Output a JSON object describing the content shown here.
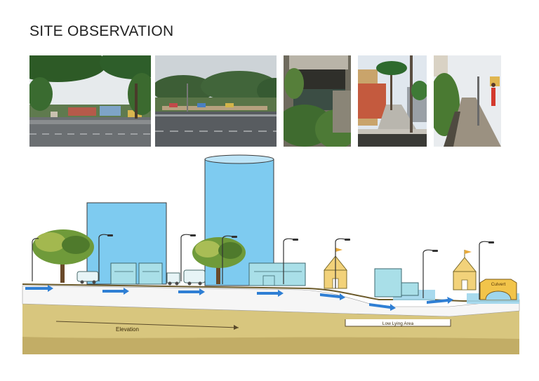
{
  "page": {
    "title": "SITE OBSERVATION"
  },
  "photos": [
    {
      "subject": "main-road-with-trees",
      "sky": "#e4e8ea"
    },
    {
      "subject": "main-road-with-median",
      "sky": "#cfd4d8"
    },
    {
      "subject": "culvert-drain-with-vegetation",
      "sky": "#7d7a6e"
    },
    {
      "subject": "narrow-lane-with-palm",
      "sky": "#dfe6ee"
    },
    {
      "subject": "roadside-drain",
      "sky": "#e9ecef"
    }
  ],
  "section": {
    "labels": {
      "elevation": "Elevation",
      "low_lying_area": "Low Lying Area",
      "culvert": "Culvert"
    },
    "colors": {
      "building": "#7ecbf0",
      "water_arrow": "#2f7fd4",
      "ground": "#d7c57d",
      "house": "#f2d27a",
      "water": "#9fd6ec"
    }
  }
}
